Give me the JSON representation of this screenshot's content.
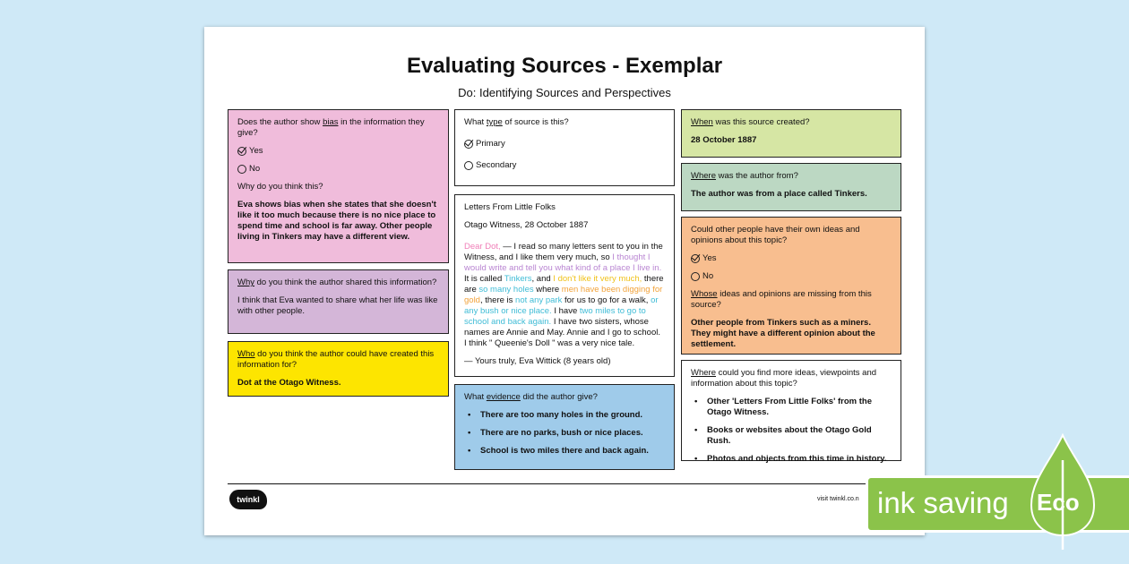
{
  "title": "Evaluating Sources - Exemplar",
  "subtitle": "Do: Identifying Sources and Perspectives",
  "bias": {
    "question_pre": "Does the author show ",
    "question_u": "bias",
    "question_post": " in the information they give?",
    "option_yes": "Yes",
    "option_no": "No",
    "why": "Why do you think this?",
    "answer": "Eva shows bias when she states that she doesn't like it too much because there is no nice place to spend time and school is far away. Other people living in Tinkers may have a different view."
  },
  "why_shared": {
    "question_u": "Why",
    "question_post": " do you think the author shared this information?",
    "answer": "I think that Eva wanted to share what her life was like with other people."
  },
  "audience": {
    "question_u": "Who",
    "question_post": " do you think the author could have created this information for?",
    "answer": "Dot at the Otago Witness."
  },
  "source_type": {
    "question_pre": "What ",
    "question_u": "type",
    "question_post": " of source is this?",
    "option_primary": "Primary",
    "option_secondary": "Secondary"
  },
  "letter": {
    "heading": "Letters From Little Folks",
    "source": "Otago Witness, 28 October 1887",
    "p1": "Dear Dot,",
    "p2": " — I read so many letters sent to you in the Witness, and I like them very much, so ",
    "p3": "I thought I would write and tell you what kind of a place I live in.",
    "p4": " It is called ",
    "p5": "Tinkers",
    "p6": ", and ",
    "p7": "I don't like it very much,",
    "p8": " there are ",
    "p9": "so many holes",
    "p10": " where ",
    "p11": "men have been digging for gold",
    "p12": ", there is ",
    "p13": "not any park",
    "p14": " for us to go for a walk, ",
    "p15": "or any bush or nice place.",
    "p16": " I have ",
    "p17": "two miles to go to school and back again.",
    "p18": " I have two sisters, whose names are Annie and May. Annie and I go to school. I think \" Queenie's Doll \" was a very nice tale.",
    "signoff": "— Yours truly, Eva Wittick (8 years old)"
  },
  "evidence": {
    "question_pre": "What ",
    "question_u": "evidence",
    "question_post": " did the author give?",
    "items": [
      "There are too many holes in the ground.",
      "There are no parks, bush or nice places.",
      "School is two miles there and back again."
    ]
  },
  "when": {
    "question_u": "When",
    "question_post": " was this source created?",
    "answer": "28 October 1887"
  },
  "where_from": {
    "question_u": "Where",
    "question_post": " was the author from?",
    "answer": "The author was from a place called Tinkers."
  },
  "other_views": {
    "question": "Could other people have their own ideas and opinions about this topic?",
    "option_yes": "Yes",
    "option_no": "No",
    "q2_u": "Whose",
    "q2_post": " ideas and opinions are missing from this source?",
    "answer": "Other people from Tinkers such as a miners. They might have a different opinion about the settlement."
  },
  "more_info": {
    "question_u": "Where",
    "question_post": " could you find more ideas, viewpoints and information about this topic?",
    "items": [
      "Other 'Letters From Little Folks' from the Otago Witness.",
      "Books or websites about the Otago Gold Rush.",
      "Photos and objects from this time in history."
    ]
  },
  "footer": {
    "logo": "twinkl",
    "visit": "visit twinkl.co.n"
  },
  "banner": {
    "text": "ink saving",
    "eco": "Eco"
  },
  "colors": {
    "background": "#cfe9f7",
    "eco_green": "#8bc34a"
  }
}
